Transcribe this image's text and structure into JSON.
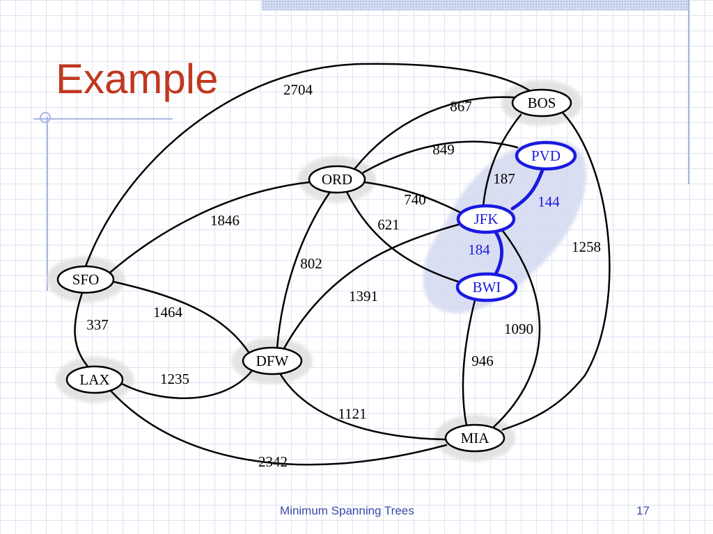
{
  "slide": {
    "title": "Example",
    "footer": "Minimum Spanning Trees",
    "page_number": "17"
  },
  "graph": {
    "nodes": [
      {
        "id": "SFO",
        "label": "SFO",
        "in_tree": false
      },
      {
        "id": "LAX",
        "label": "LAX",
        "in_tree": false
      },
      {
        "id": "ORD",
        "label": "ORD",
        "in_tree": false
      },
      {
        "id": "DFW",
        "label": "DFW",
        "in_tree": false
      },
      {
        "id": "BOS",
        "label": "BOS",
        "in_tree": false
      },
      {
        "id": "PVD",
        "label": "PVD",
        "in_tree": true
      },
      {
        "id": "JFK",
        "label": "JFK",
        "in_tree": true
      },
      {
        "id": "BWI",
        "label": "BWI",
        "in_tree": true
      },
      {
        "id": "MIA",
        "label": "MIA",
        "in_tree": false
      }
    ],
    "edges": [
      {
        "from": "SFO",
        "to": "BOS",
        "weight": "2704",
        "in_tree": false
      },
      {
        "from": "ORD",
        "to": "BOS",
        "weight": "867",
        "in_tree": false
      },
      {
        "from": "ORD",
        "to": "PVD",
        "weight": "849",
        "in_tree": false
      },
      {
        "from": "BOS",
        "to": "JFK",
        "weight": "187",
        "in_tree": false
      },
      {
        "from": "PVD",
        "to": "JFK",
        "weight": "144",
        "in_tree": true
      },
      {
        "from": "ORD",
        "to": "JFK",
        "weight": "740",
        "in_tree": false
      },
      {
        "from": "SFO",
        "to": "ORD",
        "weight": "1846",
        "in_tree": false
      },
      {
        "from": "ORD",
        "to": "BWI",
        "weight": "621",
        "in_tree": false
      },
      {
        "from": "JFK",
        "to": "BWI",
        "weight": "184",
        "in_tree": true
      },
      {
        "from": "BOS",
        "to": "MIA",
        "weight": "1258",
        "in_tree": false
      },
      {
        "from": "ORD",
        "to": "DFW",
        "weight": "802",
        "in_tree": false
      },
      {
        "from": "DFW",
        "to": "JFK",
        "weight": "1391",
        "in_tree": false
      },
      {
        "from": "SFO",
        "to": "DFW",
        "weight": "1464",
        "in_tree": false
      },
      {
        "from": "SFO",
        "to": "LAX",
        "weight": "337",
        "in_tree": false
      },
      {
        "from": "JFK",
        "to": "MIA",
        "weight": "1090",
        "in_tree": false
      },
      {
        "from": "BWI",
        "to": "MIA",
        "weight": "946",
        "in_tree": false
      },
      {
        "from": "LAX",
        "to": "DFW",
        "weight": "1235",
        "in_tree": false
      },
      {
        "from": "DFW",
        "to": "MIA",
        "weight": "1121",
        "in_tree": false
      },
      {
        "from": "LAX",
        "to": "MIA",
        "weight": "2342",
        "in_tree": false
      }
    ]
  },
  "colors": {
    "title": "#c0381f",
    "tree": "#1a1ae0",
    "edge": "#000000",
    "footer": "#3a4aa8",
    "cloud_fill": "#d6dbf2",
    "halo_fill": "#e2e2e2"
  }
}
